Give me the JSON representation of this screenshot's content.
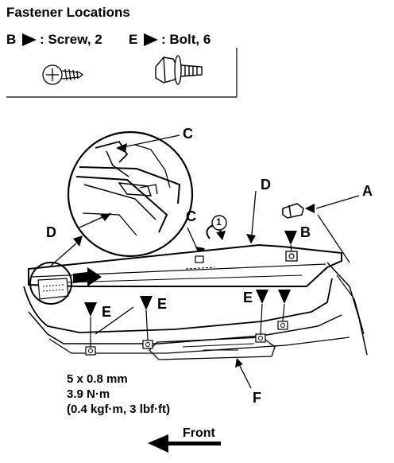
{
  "legend": {
    "title": "Fastener Locations",
    "b_letter": "B",
    "b_text": ": Screw, 2",
    "e_letter": "E",
    "e_text": ": Bolt, 6"
  },
  "callouts": {
    "a": "A",
    "b": "B",
    "c_detail": "C",
    "c_main": "C",
    "d_main": "D",
    "d_detail": "D",
    "e_left": "E",
    "e_mid": "E",
    "e_right": "E",
    "f": "F",
    "step1": "1"
  },
  "torque_spec": {
    "size": "5 x 0.8 mm",
    "torque_nm": "3.9 N·m",
    "torque_alt": "(0.4 kgf·m, 3 lbf·ft)"
  },
  "direction": {
    "label": "Front"
  },
  "icons": [
    "screw-icon",
    "bolt-icon",
    "direction-arrow-icon",
    "circled-step-number"
  ]
}
